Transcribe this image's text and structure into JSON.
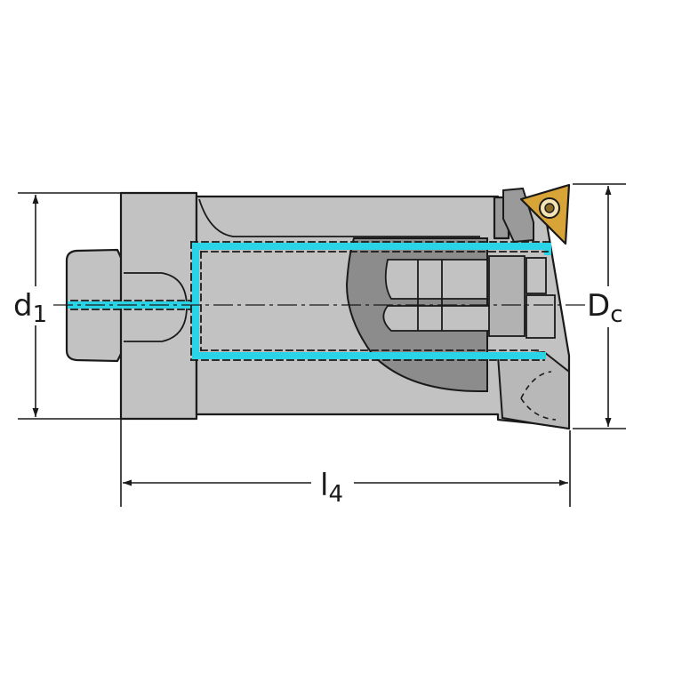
{
  "labels": {
    "d1_main": "d",
    "d1_sub": "1",
    "dc_main": "D",
    "dc_sub": "c",
    "l4_main": "l",
    "l4_sub": "4"
  },
  "colors": {
    "body": "#c2c2c2",
    "body_dark": "#8c8c8c",
    "outline": "#1a1a1a",
    "coolant": "#2ad4e6",
    "insert": "#d9a437"
  },
  "icons": {
    "insert": "triangular-insert-icon",
    "screw": "insert-screw-icon"
  }
}
